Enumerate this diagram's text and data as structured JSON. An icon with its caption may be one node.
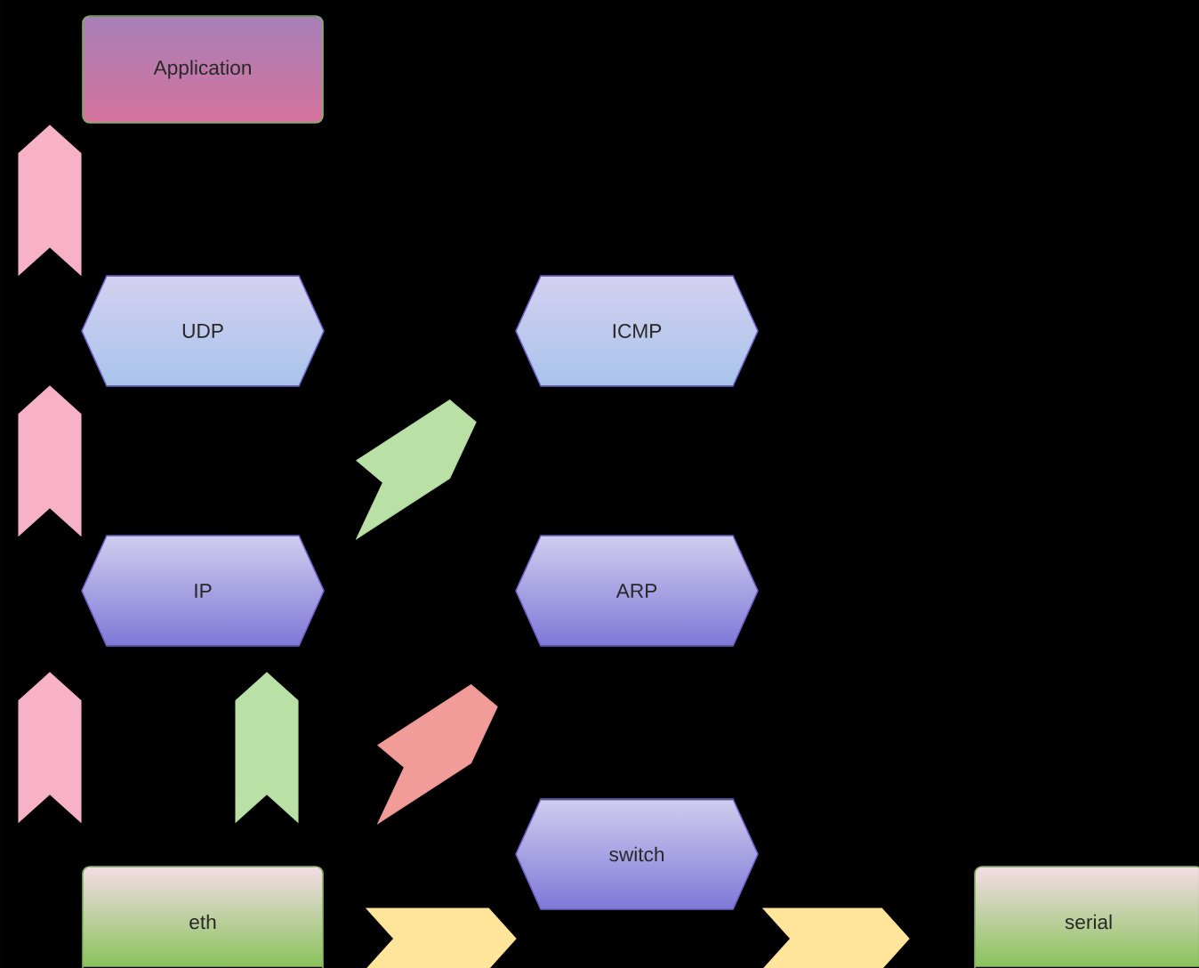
{
  "diagram": {
    "nodes": [
      {
        "text": [
          "Application"
        ]
      },
      {
        "text": [
          "UDP"
        ]
      },
      {
        "text": [
          "ICMP"
        ]
      },
      {
        "text": [
          "IP"
        ]
      },
      {
        "text": [
          "ARP"
        ]
      },
      {
        "text": [
          "switch"
        ]
      },
      {
        "text": [
          "eth"
        ]
      },
      {
        "text": [
          "serial"
        ]
      }
    ],
    "edges": [
      {
        "from": 1,
        "to": 0,
        "arrow": "to",
        "color": "#f7b2c8"
      },
      {
        "from": 3,
        "to": 1,
        "arrow": "to",
        "color": "#f7b2c8"
      },
      {
        "from": 6,
        "to": 3,
        "arrow": "to",
        "color": "#f7b2c8"
      },
      {
        "from": 3,
        "to": 2,
        "arrow": "to",
        "color": "#b9e0a5"
      },
      {
        "from": 6,
        "to": 3,
        "arrow": "to",
        "color": "#b9e0a5"
      },
      {
        "from": 6,
        "to": 4,
        "arrow": "to",
        "color": "#f19c99"
      },
      {
        "from": 6,
        "to": 5,
        "arrow": "to",
        "color": "#ffe599"
      },
      {
        "from": 5,
        "to": 7,
        "arrow": "to",
        "color": "#ffe599"
      }
    ]
  }
}
